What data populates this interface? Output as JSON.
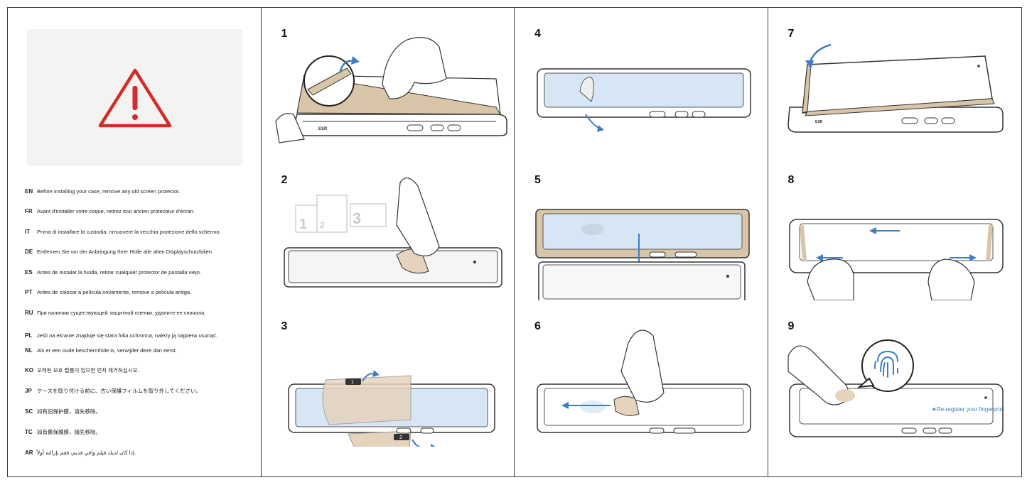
{
  "warning": {
    "icon": "warning-triangle-icon",
    "color": "#d42a2a",
    "languages": [
      {
        "code": "EN",
        "text": "Before installing your case, remove any old screen protector."
      },
      {
        "code": "FR",
        "text": "Avant d'installer votre coque, retirez tout ancien protecteur d'écran."
      },
      {
        "code": "IT",
        "text": "Prima di installare la custodia, rimuovere la vecchia protezione dello schermo."
      },
      {
        "code": "DE",
        "text": "Entfernen Sie vor der Anbringung Ihrer Hülle alle alten Displayschutzfolien."
      },
      {
        "code": "ES",
        "text": "Antes de instalar la funda, retirar cualquier protector de pantalla viejo."
      },
      {
        "code": "PT",
        "text": "Antes de colocar a película novamente, remove a película antiga."
      },
      {
        "code": "RU",
        "text": "При наличии существующей защитной пленки, удалите ее сначала."
      },
      {
        "code": "PL",
        "text": "Jeśli na ekranie znajduje się stara folia ochronna, należy ją najpierw usunąć."
      },
      {
        "code": "NL",
        "text": "Als er een oude beschermfolie is, verwijder deze dan eerst."
      },
      {
        "code": "KO",
        "text": "오래된 보호 필름이 있으면 먼저 제거하십시오."
      },
      {
        "code": "JP",
        "text": "ケースを取り付ける前に、古い保護フィルムを取り外してください。"
      },
      {
        "code": "SC",
        "text": "如有旧保护膜，请先移除。"
      },
      {
        "code": "TC",
        "text": "如有舊保護膜，請先移除。"
      },
      {
        "code": "AR",
        "text": "إذا كان لديك فيلم واقي قديم، فقم بإزالته أولاً."
      }
    ]
  },
  "steps": [
    {
      "number": "1"
    },
    {
      "number": "2",
      "film_labels": [
        "1",
        "2",
        "3"
      ]
    },
    {
      "number": "3",
      "tab_labels": [
        "1",
        "2"
      ]
    },
    {
      "number": "4"
    },
    {
      "number": "5"
    },
    {
      "number": "6"
    },
    {
      "number": "7"
    },
    {
      "number": "8"
    },
    {
      "number": "9"
    }
  ],
  "brand_mark": "ESR",
  "phone_text": "ESR",
  "fingerprint_note": "★Re-register your fingerprint",
  "colors": {
    "accent_blue": "#3e7ec0",
    "frame_beige": "#d9c6a8",
    "screen_blue": "#d6e6f4",
    "hand_skin": "#ffffff",
    "film_tan": "#e6d3bd"
  }
}
